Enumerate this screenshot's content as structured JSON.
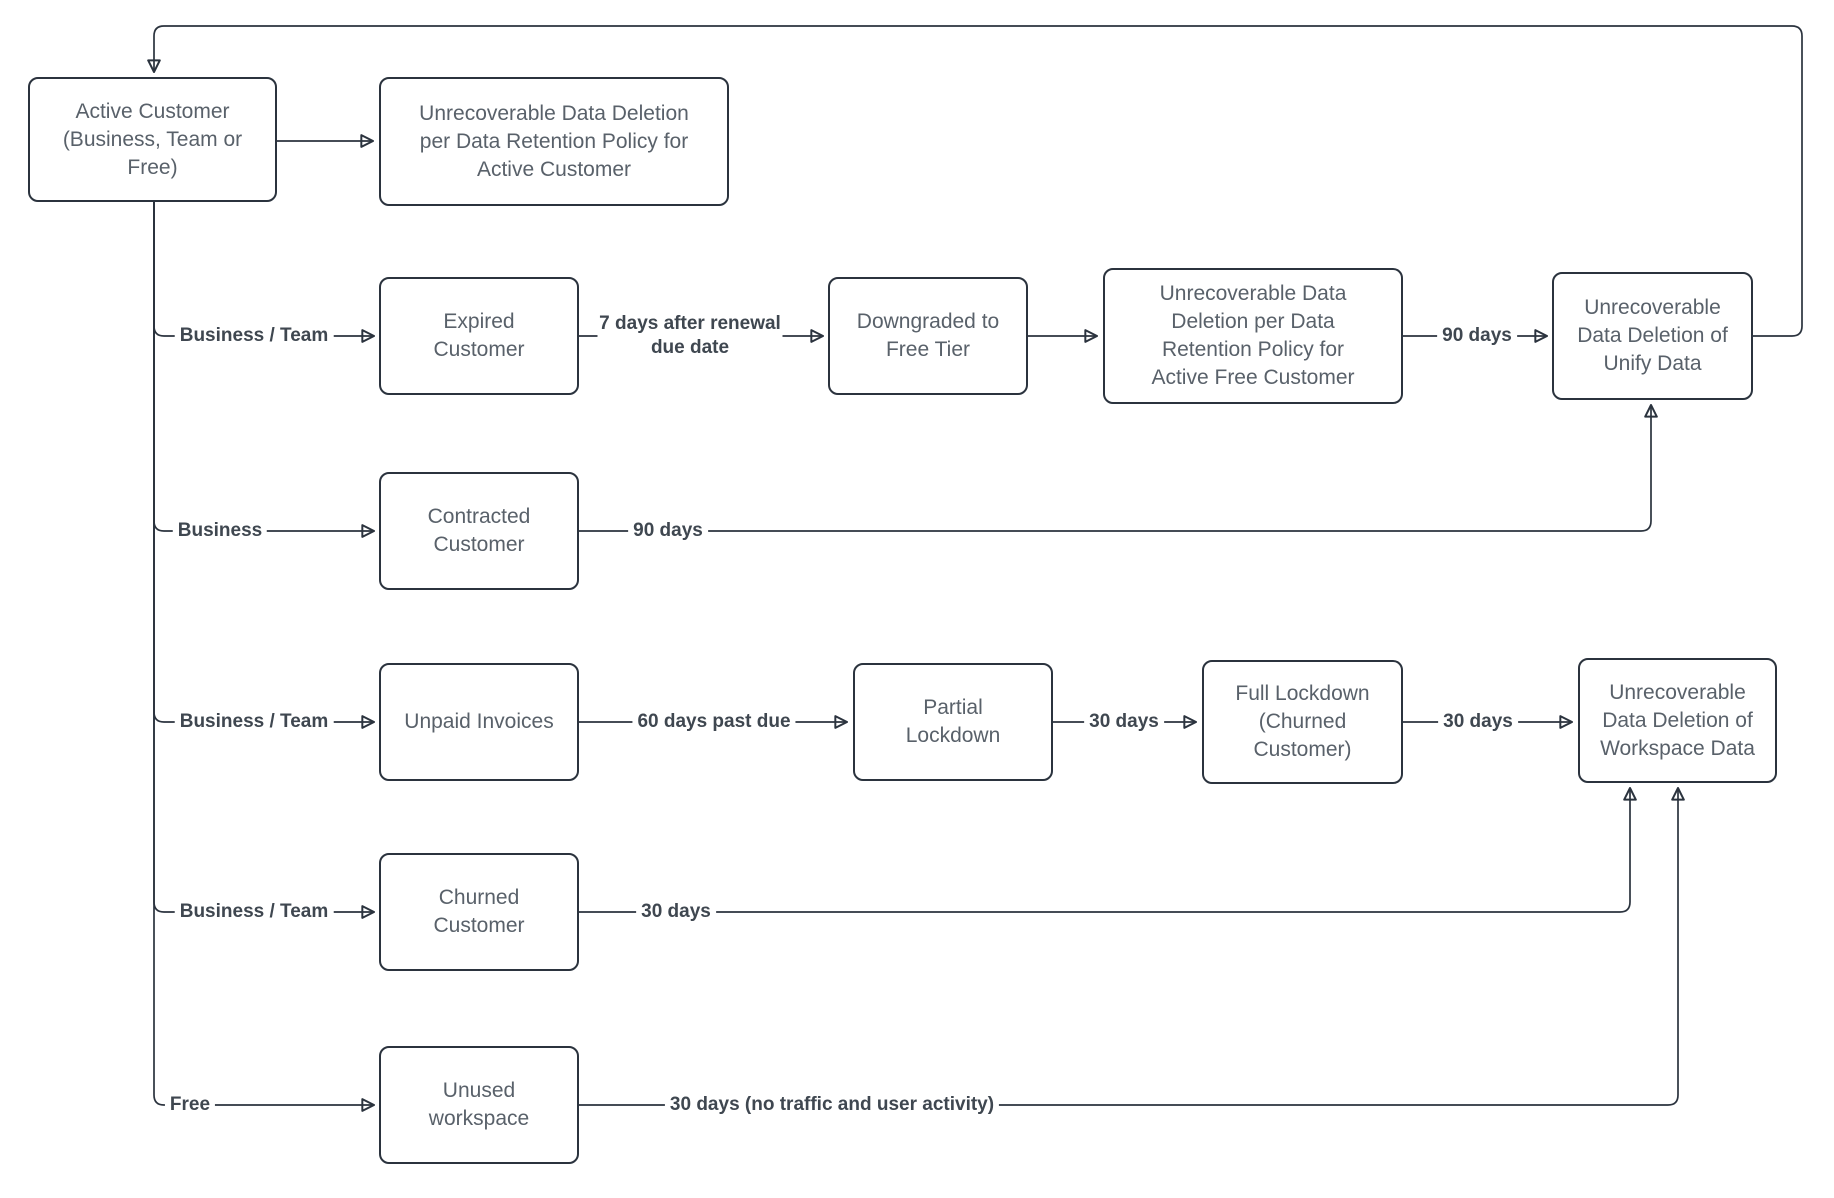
{
  "diagram": {
    "type": "flowchart",
    "background_color": "#ffffff",
    "line_color": "#2b333e",
    "node_text_color": "#59616a",
    "label_text_color": "#3f4750",
    "nodes": {
      "active_customer": {
        "label": "Active Customer (Business, Team or Free)"
      },
      "unrecoverable_deletion_active": {
        "label": "Unrecoverable Data Deletion per Data Retention Policy for Active Customer"
      },
      "expired_customer": {
        "label": "Expired Customer"
      },
      "downgraded_free_tier": {
        "label": "Downgraded to Free Tier"
      },
      "unrecoverable_deletion_active_free": {
        "label": "Unrecoverable Data Deletion per Data Retention Policy for Active Free Customer"
      },
      "unrecoverable_deletion_unify": {
        "label": "Unrecoverable Data Deletion of Unify Data"
      },
      "contracted_customer": {
        "label": "Contracted Customer"
      },
      "unpaid_invoices": {
        "label": "Unpaid Invoices"
      },
      "partial_lockdown": {
        "label": "Partial Lockdown"
      },
      "full_lockdown": {
        "label": "Full Lockdown (Churned Customer)"
      },
      "unrecoverable_deletion_workspace": {
        "label": "Unrecoverable Data Deletion of Workspace Data"
      },
      "churned_customer": {
        "label": "Churned Customer"
      },
      "unused_workspace": {
        "label": "Unused workspace"
      }
    },
    "edges": [
      {
        "from": "active_customer",
        "to": "unrecoverable_deletion_active",
        "label": ""
      },
      {
        "from": "active_customer",
        "to": "expired_customer",
        "label": "Business / Team"
      },
      {
        "from": "expired_customer",
        "to": "downgraded_free_tier",
        "label": "7 days after renewal due date"
      },
      {
        "from": "downgraded_free_tier",
        "to": "unrecoverable_deletion_active_free",
        "label": ""
      },
      {
        "from": "unrecoverable_deletion_active_free",
        "to": "unrecoverable_deletion_unify",
        "label": "90 days"
      },
      {
        "from": "unrecoverable_deletion_unify",
        "to": "active_customer",
        "label": ""
      },
      {
        "from": "active_customer",
        "to": "contracted_customer",
        "label": "Business"
      },
      {
        "from": "contracted_customer",
        "to": "unrecoverable_deletion_unify",
        "label": "90 days"
      },
      {
        "from": "active_customer",
        "to": "unpaid_invoices",
        "label": "Business / Team"
      },
      {
        "from": "unpaid_invoices",
        "to": "partial_lockdown",
        "label": "60 days past due"
      },
      {
        "from": "partial_lockdown",
        "to": "full_lockdown",
        "label": "30 days"
      },
      {
        "from": "full_lockdown",
        "to": "unrecoverable_deletion_workspace",
        "label": "30 days"
      },
      {
        "from": "active_customer",
        "to": "churned_customer",
        "label": "Business / Team"
      },
      {
        "from": "churned_customer",
        "to": "unrecoverable_deletion_workspace",
        "label": "30 days"
      },
      {
        "from": "active_customer",
        "to": "unused_workspace",
        "label": "Free"
      },
      {
        "from": "unused_workspace",
        "to": "unrecoverable_deletion_workspace",
        "label": "30 days (no traffic and user activity)"
      }
    ]
  }
}
